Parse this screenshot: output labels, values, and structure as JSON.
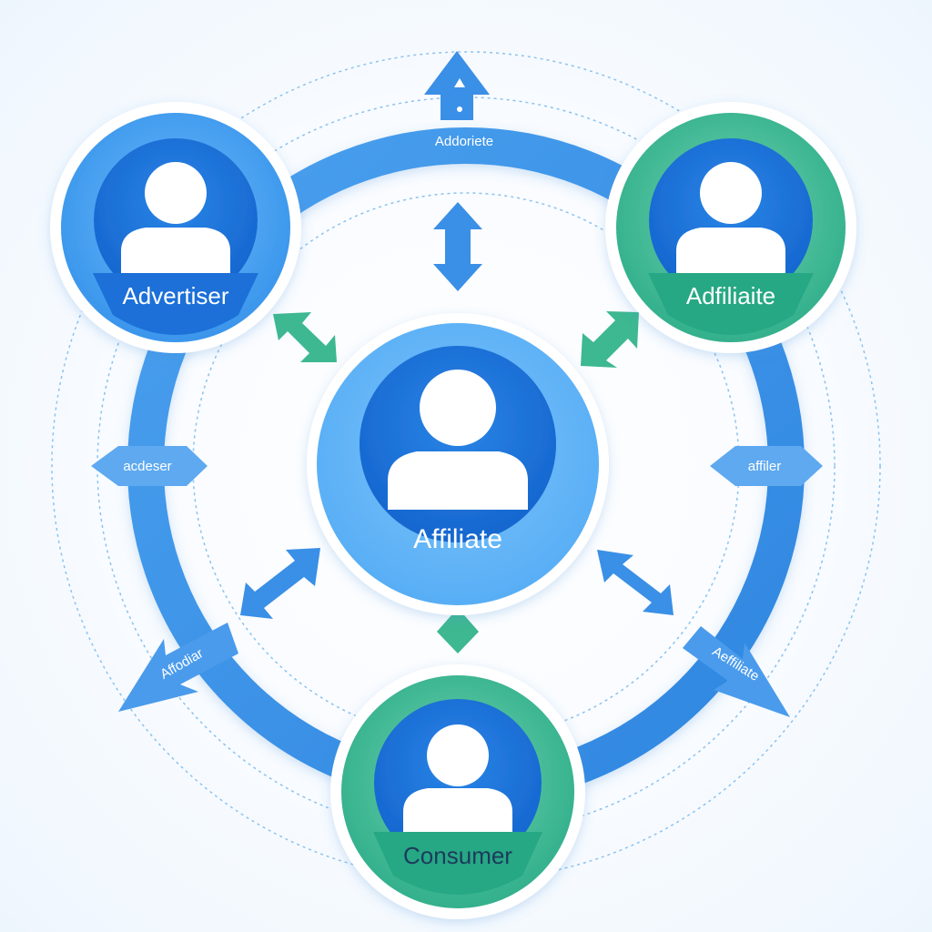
{
  "colors": {
    "primary": "#3a8fe6",
    "deep_blue": "#1a6fd8",
    "light_blue": "#5fb2f8",
    "green": "#3db890",
    "teal_green": "#27a884",
    "white": "#ffffff"
  },
  "nodes": {
    "advertiser": {
      "label": "Advertiser",
      "icon": "user-icon",
      "ring": "blue"
    },
    "affiliate_right": {
      "label": "Adfiliaite",
      "icon": "user-icon",
      "ring": "green"
    },
    "center": {
      "label": "Affiliate",
      "icon": "user-icon",
      "ring": "light-blue"
    },
    "consumer": {
      "label": "Consumer",
      "icon": "user-icon",
      "ring": "green"
    }
  },
  "ring_labels": {
    "top": "Addoriete",
    "left": "acdeser",
    "right": "affiler",
    "bottom_left": "Affodiar",
    "bottom_right": "Aeffiliate"
  }
}
